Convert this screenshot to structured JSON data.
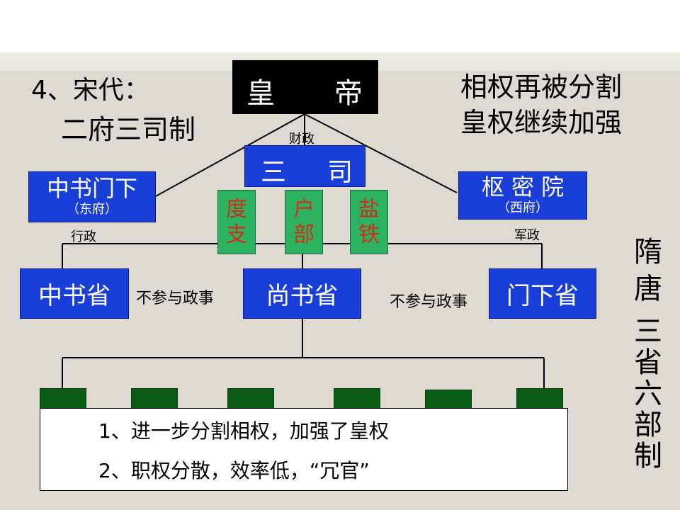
{
  "heading": {
    "number": "4、宋代：",
    "subtitle": "二府三司制"
  },
  "notes": {
    "line1": "相权再被分割",
    "line2": "皇权继续加强"
  },
  "emperor": {
    "char1": "皇",
    "char2": "帝"
  },
  "sansi": {
    "char1": "三",
    "char2": "司",
    "label_above": "财政"
  },
  "sansi_subs": [
    {
      "line1": "度",
      "line2": "支"
    },
    {
      "line1": "户",
      "line2": "部"
    },
    {
      "line1": "盐",
      "line2": "铁"
    }
  ],
  "zhongshumenxia": {
    "title": "中书门下",
    "sub": "（东府）",
    "label_below": "行政"
  },
  "shumiyuan": {
    "title": "枢 密 院",
    "sub": "（西府）",
    "label_below": "军政"
  },
  "provinces": {
    "zhongshu": "中书省",
    "shangshu": "尚书省",
    "menxia": "门下省",
    "note_left": "不参与政事",
    "note_right": "不参与政事"
  },
  "side_label": "隋唐三省六部制",
  "side_label_chars": [
    "隋",
    "唐",
    "三",
    "省",
    "六",
    "部",
    "制"
  ],
  "conclusions": [
    "1、进一步分割相权，加强了皇权",
    "2、职权分散，效率低，“冗官”"
  ],
  "colors": {
    "blue_box": "#1a3fd8",
    "green_box": "#2db262",
    "green_text": "#d03018",
    "dark_green": "#0a5c14",
    "background": "#dedad1"
  }
}
